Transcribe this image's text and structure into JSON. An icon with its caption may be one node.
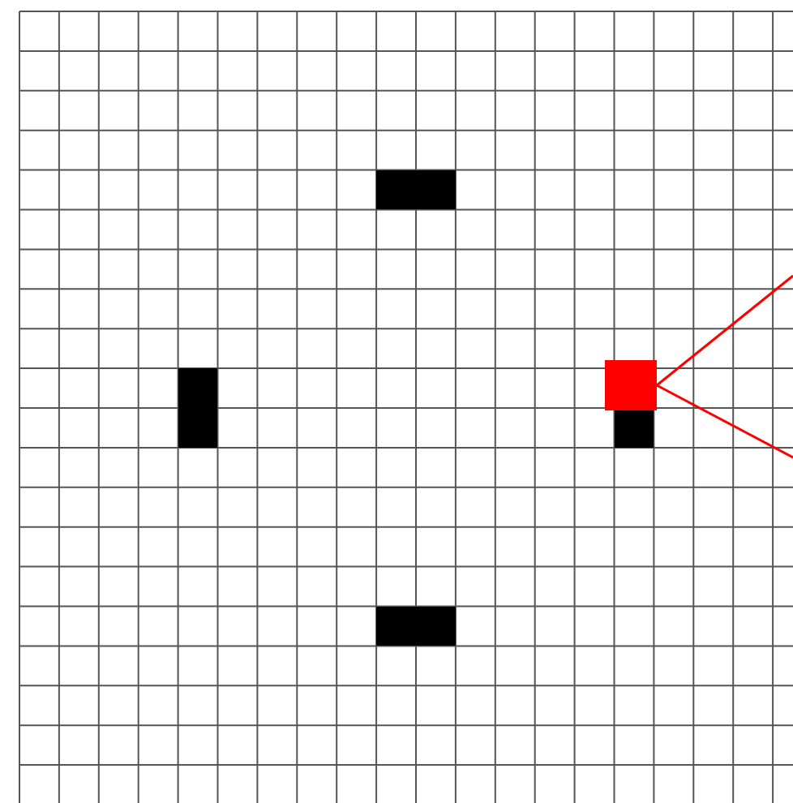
{
  "diagram": {
    "nodes": [
      {
        "text": [],
        "shape": "box"
      },
      {
        "text": [],
        "shape": "box"
      },
      {
        "text": [],
        "shape": "box"
      },
      {
        "text": [],
        "shape": "box"
      },
      {
        "text": [],
        "shape": "box"
      }
    ],
    "edges": [
      {
        "from": 1,
        "to": null,
        "arrow": "none"
      },
      {
        "from": 1,
        "to": null,
        "arrow": "none"
      }
    ]
  }
}
